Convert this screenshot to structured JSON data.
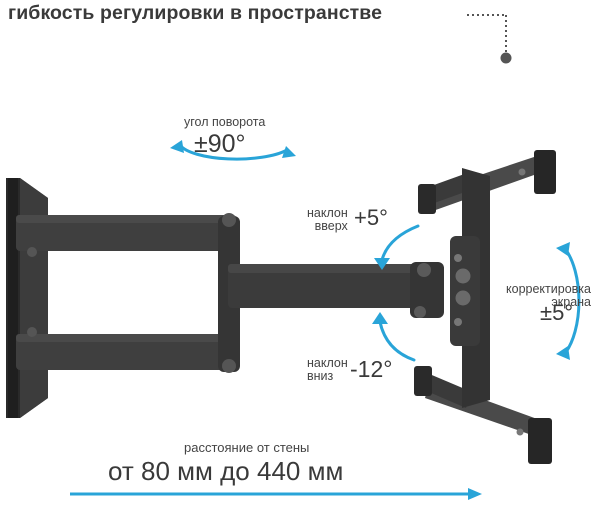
{
  "title": "гибкость регулировки в пространстве",
  "rotation": {
    "label": "угол поворота",
    "value": "±90°"
  },
  "tilt_up": {
    "label_line1": "наклон",
    "label_line2": "вверх",
    "value": "+5°"
  },
  "tilt_down": {
    "label_line1": "наклон",
    "label_line2": "вниз",
    "value": "-12°"
  },
  "screen_correction": {
    "label_line1": "корректировка",
    "label_line2": "экрана",
    "value": "±5°"
  },
  "distance": {
    "label": "расстояние от стены",
    "value": "от 80 мм до 440 мм"
  },
  "colors": {
    "accent": "#29a4d8",
    "text": "#3a3a3a",
    "metal": "#3d3d3d"
  }
}
